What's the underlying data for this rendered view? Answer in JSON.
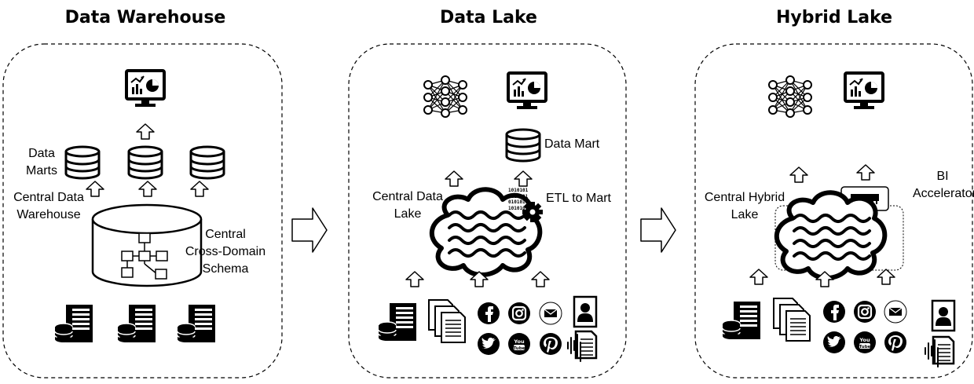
{
  "panels": [
    {
      "title": "Data Warehouse",
      "labels": {
        "data_marts": "Data\nMarts",
        "central": "Central Data\nWarehouse",
        "schema": "Central\nCross-Domain\nSchema"
      }
    },
    {
      "title": "Data Lake",
      "labels": {
        "data_mart": "Data Mart",
        "central": "Central Data\nLake",
        "etl": "ETL to Mart",
        "binary": "1010101\n0110101\n0101010\n1010101"
      }
    },
    {
      "title": "Hybrid Lake",
      "labels": {
        "central": "Central Hybrid\nLake",
        "bi_accel": "BI\nAccelerator"
      }
    }
  ],
  "icons": [
    "monitor-chart-icon",
    "database-icon",
    "server-icon",
    "neural-network-icon",
    "lake-icon",
    "gear-icon",
    "documents-icon",
    "facebook-icon",
    "instagram-icon",
    "email-icon",
    "twitter-icon",
    "youtube-icon",
    "pinterest-icon",
    "contact-card-icon",
    "audio-file-icon",
    "memory-chip-icon",
    "arrow-right-icon"
  ]
}
